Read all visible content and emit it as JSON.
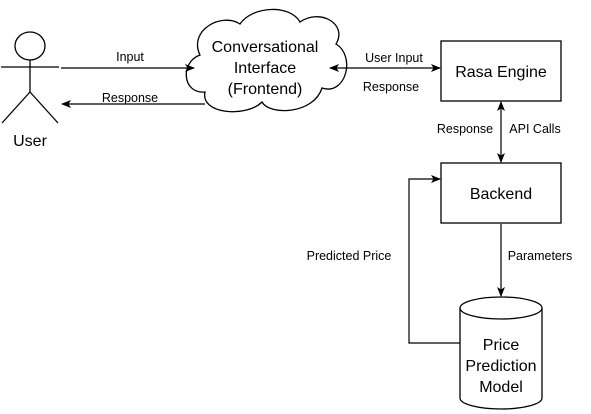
{
  "nodes": {
    "user": {
      "label": "User"
    },
    "frontend": {
      "label_lines": [
        "Conversational",
        "Interface",
        "(Frontend)"
      ]
    },
    "rasa": {
      "label": "Rasa Engine"
    },
    "backend": {
      "label": "Backend"
    },
    "model": {
      "label_lines": [
        "Price",
        "Prediction",
        "Model"
      ]
    }
  },
  "edges": {
    "user_to_frontend": {
      "label": "Input"
    },
    "frontend_to_user": {
      "label": "Response"
    },
    "frontend_to_rasa": {
      "label": "User Input"
    },
    "rasa_to_frontend": {
      "label": "Response"
    },
    "rasa_to_backend": {
      "label": "API Calls"
    },
    "backend_to_rasa": {
      "label": "Response"
    },
    "backend_to_model": {
      "label": "Parameters"
    },
    "model_to_backend": {
      "label": "Predicted Price"
    }
  },
  "colors": {
    "stroke": "#000000",
    "fill": "#ffffff",
    "text": "#000000"
  }
}
